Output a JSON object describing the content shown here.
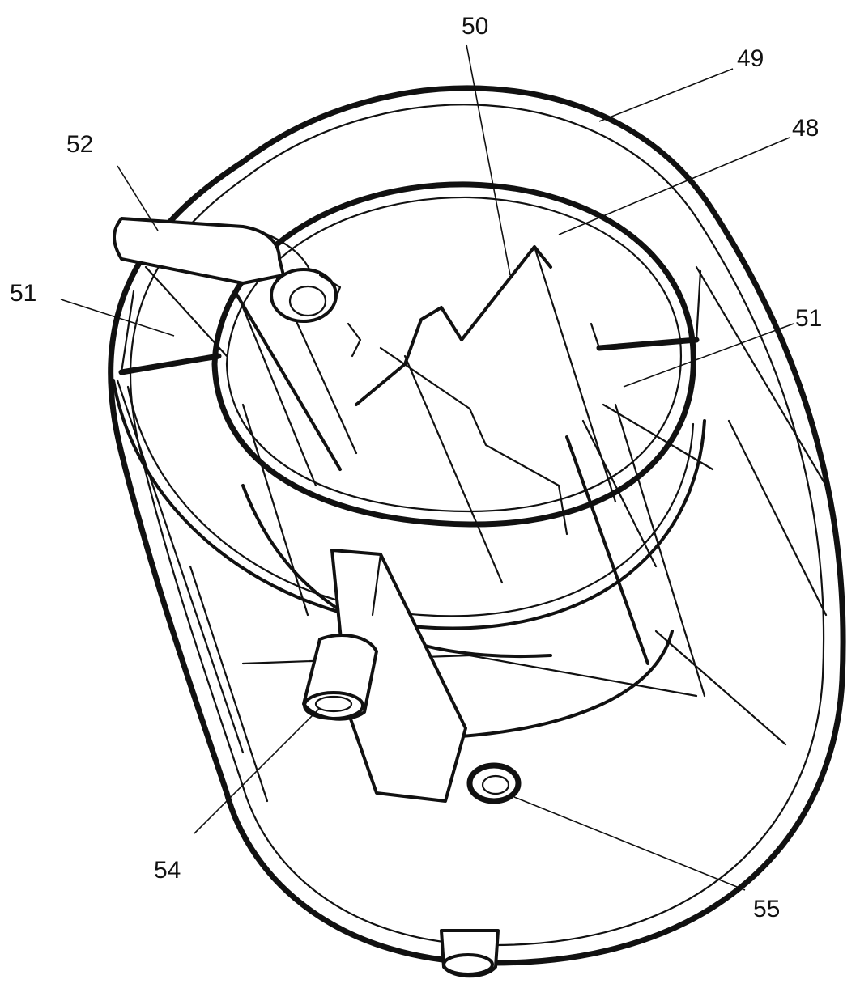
{
  "labels": {
    "l48": "48",
    "l49": "49",
    "l50": "50",
    "l51_left": "51",
    "l51_right": "51",
    "l52": "52",
    "l54": "54",
    "l55": "55"
  },
  "colors": {
    "line": "#111111",
    "background": "#ffffff"
  }
}
